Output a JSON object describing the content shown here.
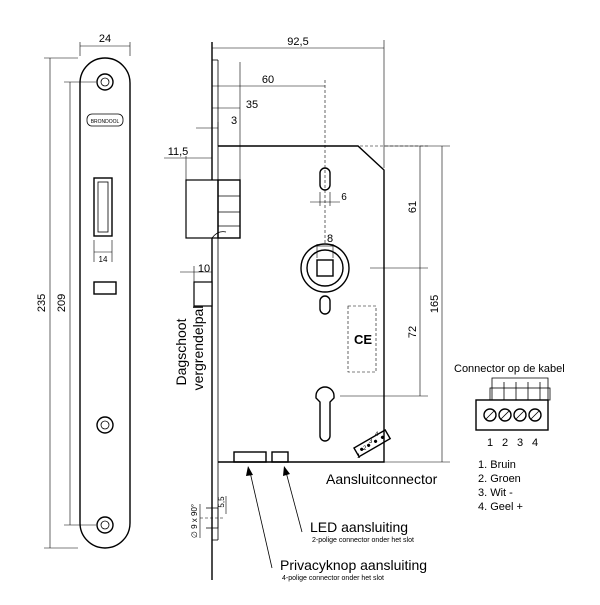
{
  "diagram": {
    "faceplate": {
      "width_label": "24",
      "height_label_outer": "235",
      "height_label_inner": "209",
      "latch_width_label": "14",
      "brand_text": "BRONDOOL"
    },
    "lock_body": {
      "total_length_label": "92,5",
      "backset_60_label": "60",
      "backset_35_label": "35",
      "offset_3_label": "3",
      "latch_depth_label": "11,5",
      "deadbolt_depth_label": "10",
      "hole_width_label": "6",
      "spindle_square_label": "8",
      "dist_61_label": "61",
      "dist_72_label": "72",
      "height_165_label": "165",
      "screw_spec_label": "∅ 9 x 90°",
      "dim_5_5_label": "5,5",
      "ce_mark": "CE",
      "latch_label_line1": "Dagschoot",
      "latch_label_line2": "vergrendelpal",
      "pin_numbers": [
        "1",
        "2",
        "3",
        "4"
      ]
    },
    "annotations": {
      "aansluit_connector": "Aansluitconnector",
      "led_title": "LED aansluiting",
      "led_sub": "2-polige connector onder het slot",
      "privacy_title": "Privacyknop aansluiting",
      "privacy_sub": "4-polige connector onder het slot"
    },
    "connector_panel": {
      "title": "Connector op de kabel",
      "pin_numbers": [
        "1",
        "2",
        "3",
        "4"
      ],
      "legend": [
        "1.  Bruin",
        "2.  Groen",
        "3.  Wit -",
        "4.  Geel +"
      ]
    }
  }
}
